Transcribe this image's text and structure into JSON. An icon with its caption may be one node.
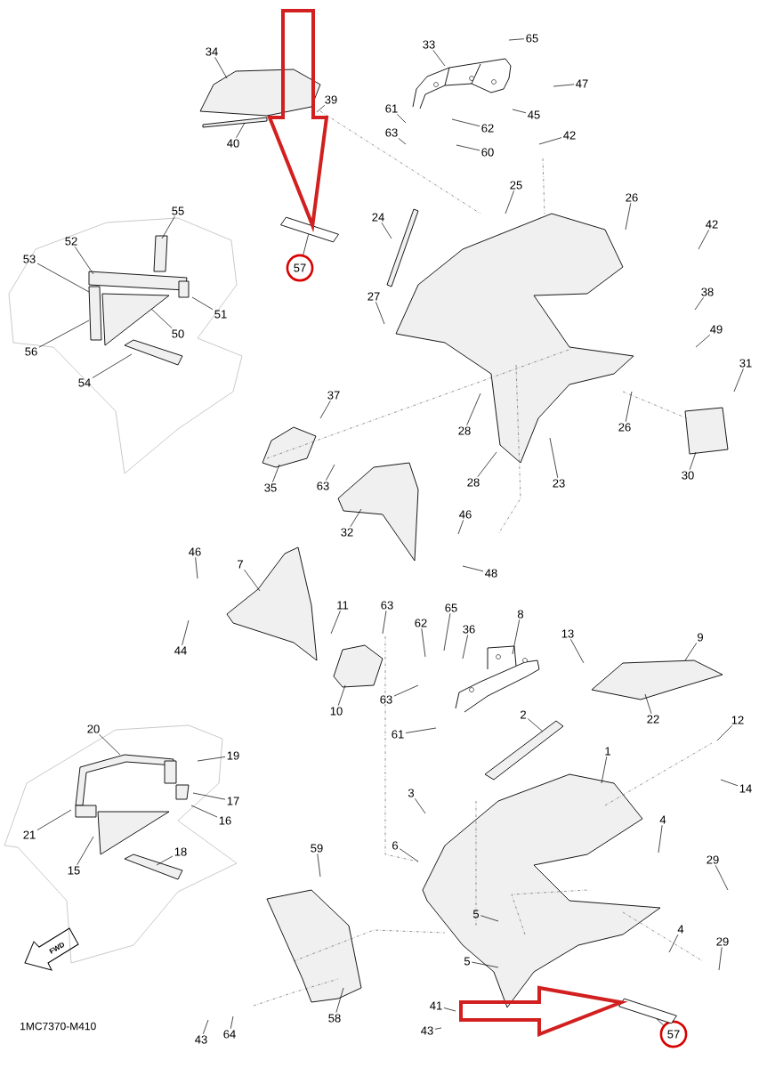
{
  "diagram": {
    "nodes": [
      {
        "text": [
          "34"
        ]
      },
      {
        "text": [
          "39"
        ]
      },
      {
        "text": [
          "40"
        ]
      },
      {
        "text": [
          "33"
        ]
      },
      {
        "text": [
          "65"
        ]
      },
      {
        "text": [
          "47"
        ]
      },
      {
        "text": [
          "61"
        ]
      },
      {
        "text": [
          "62"
        ]
      },
      {
        "text": [
          "45"
        ]
      },
      {
        "text": [
          "63"
        ]
      },
      {
        "text": [
          "42"
        ]
      },
      {
        "text": [
          "60"
        ]
      },
      {
        "text": [
          "25"
        ]
      },
      {
        "text": [
          "26"
        ]
      },
      {
        "text": [
          "24"
        ]
      },
      {
        "text": [
          "42"
        ]
      },
      {
        "text": [
          "55"
        ]
      },
      {
        "text": [
          "52"
        ]
      },
      {
        "text": [
          "53"
        ]
      },
      {
        "text": [
          "57"
        ]
      },
      {
        "text": [
          "51"
        ]
      },
      {
        "text": [
          "27"
        ]
      },
      {
        "text": [
          "38"
        ]
      },
      {
        "text": [
          "50"
        ]
      },
      {
        "text": [
          "49"
        ]
      },
      {
        "text": [
          "56"
        ]
      },
      {
        "text": [
          "31"
        ]
      },
      {
        "text": [
          "54"
        ]
      },
      {
        "text": [
          "37"
        ]
      },
      {
        "text": [
          "28"
        ]
      },
      {
        "text": [
          "26"
        ]
      },
      {
        "text": [
          "28"
        ]
      },
      {
        "text": [
          "30"
        ]
      },
      {
        "text": [
          "23"
        ]
      },
      {
        "text": [
          "35"
        ]
      },
      {
        "text": [
          "63"
        ]
      },
      {
        "text": [
          "46"
        ]
      },
      {
        "text": [
          "32"
        ]
      },
      {
        "text": [
          "48"
        ]
      },
      {
        "text": [
          "46"
        ]
      },
      {
        "text": [
          "7"
        ]
      },
      {
        "text": [
          "11"
        ]
      },
      {
        "text": [
          "63"
        ]
      },
      {
        "text": [
          "65"
        ]
      },
      {
        "text": [
          "8"
        ]
      },
      {
        "text": [
          "62"
        ]
      },
      {
        "text": [
          "36"
        ]
      },
      {
        "text": [
          "13"
        ]
      },
      {
        "text": [
          "9"
        ]
      },
      {
        "text": [
          "44"
        ]
      },
      {
        "text": [
          "10"
        ]
      },
      {
        "text": [
          "63"
        ]
      },
      {
        "text": [
          "22"
        ]
      },
      {
        "text": [
          "2"
        ]
      },
      {
        "text": [
          "12"
        ]
      },
      {
        "text": [
          "61"
        ]
      },
      {
        "text": [
          "20"
        ]
      },
      {
        "text": [
          "1"
        ]
      },
      {
        "text": [
          "19"
        ]
      },
      {
        "text": [
          "14"
        ]
      },
      {
        "text": [
          "3"
        ]
      },
      {
        "text": [
          "17"
        ]
      },
      {
        "text": [
          "16"
        ]
      },
      {
        "text": [
          "4"
        ]
      },
      {
        "text": [
          "21"
        ]
      },
      {
        "text": [
          "6"
        ]
      },
      {
        "text": [
          "18"
        ]
      },
      {
        "text": [
          "59"
        ]
      },
      {
        "text": [
          "15"
        ]
      },
      {
        "text": [
          "29"
        ]
      },
      {
        "text": [
          "5"
        ]
      },
      {
        "text": [
          "4"
        ]
      },
      {
        "text": [
          "29"
        ]
      },
      {
        "text": [
          "5"
        ]
      },
      {
        "text": [
          "41"
        ]
      },
      {
        "text": [
          "58"
        ]
      },
      {
        "text": [
          "43"
        ]
      },
      {
        "text": [
          "64"
        ]
      },
      {
        "text": [
          "43"
        ]
      },
      {
        "text": [
          "57"
        ]
      },
      {
        "text": [],
        "shape": "picture"
      },
      {
        "text": [],
        "shape": "picture"
      }
    ],
    "edges": [
      {
        "from": 0,
        "to": null,
        "arrow": "none"
      },
      {
        "from": 1,
        "to": null,
        "arrow": "none"
      },
      {
        "from": 2,
        "to": null,
        "arrow": "none"
      },
      {
        "from": 3,
        "to": null,
        "arrow": "none"
      },
      {
        "from": 4,
        "to": null,
        "arrow": "none"
      },
      {
        "from": 5,
        "to": null,
        "arrow": "none"
      },
      {
        "from": 6,
        "to": null,
        "arrow": "none"
      },
      {
        "from": 7,
        "to": null,
        "arrow": "none"
      },
      {
        "from": 8,
        "to": null,
        "arrow": "none"
      },
      {
        "from": 9,
        "to": null,
        "arrow": "none"
      },
      {
        "from": 10,
        "to": null,
        "arrow": "none"
      },
      {
        "from": 11,
        "to": null,
        "arrow": "none"
      },
      {
        "from": 12,
        "to": null,
        "arrow": "none"
      },
      {
        "from": 13,
        "to": null,
        "arrow": "none"
      },
      {
        "from": 14,
        "to": null,
        "arrow": "none"
      },
      {
        "from": 15,
        "to": null,
        "arrow": "none"
      },
      {
        "from": 16,
        "to": null,
        "arrow": "none"
      },
      {
        "from": 17,
        "to": null,
        "arrow": "none"
      },
      {
        "from": 18,
        "to": null,
        "arrow": "none"
      },
      {
        "from": 19,
        "to": 80,
        "arrow": "none"
      },
      {
        "from": 20,
        "to": null,
        "arrow": "none"
      },
      {
        "from": 21,
        "to": null,
        "arrow": "none"
      },
      {
        "from": 22,
        "to": null,
        "arrow": "none"
      },
      {
        "from": 23,
        "to": null,
        "arrow": "none"
      },
      {
        "from": 24,
        "to": null,
        "arrow": "none"
      },
      {
        "from": 25,
        "to": null,
        "arrow": "none"
      },
      {
        "from": 26,
        "to": null,
        "arrow": "none"
      },
      {
        "from": 27,
        "to": null,
        "arrow": "none"
      },
      {
        "from": 28,
        "to": null,
        "arrow": "none"
      },
      {
        "from": 29,
        "to": null,
        "arrow": "none"
      },
      {
        "from": 30,
        "to": null,
        "arrow": "none"
      },
      {
        "from": 31,
        "to": null,
        "arrow": "none"
      },
      {
        "from": 32,
        "to": null,
        "arrow": "none"
      },
      {
        "from": 33,
        "to": null,
        "arrow": "none"
      },
      {
        "from": 34,
        "to": null,
        "arrow": "none"
      },
      {
        "from": 35,
        "to": null,
        "arrow": "none"
      },
      {
        "from": 36,
        "to": null,
        "arrow": "none"
      },
      {
        "from": 37,
        "to": null,
        "arrow": "none"
      },
      {
        "from": 38,
        "to": null,
        "arrow": "none"
      },
      {
        "from": 39,
        "to": null,
        "arrow": "none"
      },
      {
        "from": 40,
        "to": null,
        "arrow": "none"
      },
      {
        "from": 41,
        "to": null,
        "arrow": "none"
      },
      {
        "from": 42,
        "to": null,
        "arrow": "none"
      },
      {
        "from": 43,
        "to": null,
        "arrow": "none"
      },
      {
        "from": 44,
        "to": null,
        "arrow": "none"
      },
      {
        "from": 45,
        "to": null,
        "arrow": "none"
      },
      {
        "from": 46,
        "to": null,
        "arrow": "none"
      },
      {
        "from": 47,
        "to": null,
        "arrow": "none"
      },
      {
        "from": 48,
        "to": null,
        "arrow": "none"
      },
      {
        "from": 49,
        "to": null,
        "arrow": "none"
      },
      {
        "from": 50,
        "to": null,
        "arrow": "none"
      },
      {
        "from": 51,
        "to": null,
        "arrow": "none"
      },
      {
        "from": 52,
        "to": null,
        "arrow": "none"
      },
      {
        "from": 53,
        "to": null,
        "arrow": "none"
      },
      {
        "from": 54,
        "to": null,
        "arrow": "none"
      },
      {
        "from": 55,
        "to": null,
        "arrow": "none"
      },
      {
        "from": 56,
        "to": null,
        "arrow": "none"
      },
      {
        "from": 57,
        "to": null,
        "arrow": "none"
      },
      {
        "from": 58,
        "to": null,
        "arrow": "none"
      },
      {
        "from": 59,
        "to": null,
        "arrow": "none"
      },
      {
        "from": 60,
        "to": null,
        "arrow": "none"
      },
      {
        "from": 61,
        "to": null,
        "arrow": "none"
      },
      {
        "from": 62,
        "to": null,
        "arrow": "none"
      },
      {
        "from": 63,
        "to": null,
        "arrow": "none"
      },
      {
        "from": 64,
        "to": null,
        "arrow": "none"
      },
      {
        "from": 65,
        "to": null,
        "arrow": "none"
      },
      {
        "from": 66,
        "to": null,
        "arrow": "none"
      },
      {
        "from": 67,
        "to": null,
        "arrow": "none"
      },
      {
        "from": 68,
        "to": null,
        "arrow": "none"
      },
      {
        "from": 69,
        "to": null,
        "arrow": "none"
      },
      {
        "from": 70,
        "to": null,
        "arrow": "none"
      },
      {
        "from": 71,
        "to": null,
        "arrow": "none"
      },
      {
        "from": 72,
        "to": null,
        "arrow": "none"
      },
      {
        "from": 73,
        "to": null,
        "arrow": "none"
      },
      {
        "from": 74,
        "to": null,
        "arrow": "none"
      },
      {
        "from": 75,
        "to": null,
        "arrow": "none"
      },
      {
        "from": 76,
        "to": null,
        "arrow": "none"
      },
      {
        "from": 77,
        "to": null,
        "arrow": "none"
      },
      {
        "from": 78,
        "to": null,
        "arrow": "none"
      },
      {
        "from": 79,
        "to": 81,
        "arrow": "none"
      },
      {
        "from": null,
        "to": 80,
        "arrow": "to",
        "style": "thick",
        "color": "#d21f1f"
      },
      {
        "from": null,
        "to": 81,
        "arrow": "to",
        "style": "thick",
        "color": "#d21f1f"
      }
    ],
    "labels": [
      "FWD",
      "1MC7370-M410"
    ]
  }
}
